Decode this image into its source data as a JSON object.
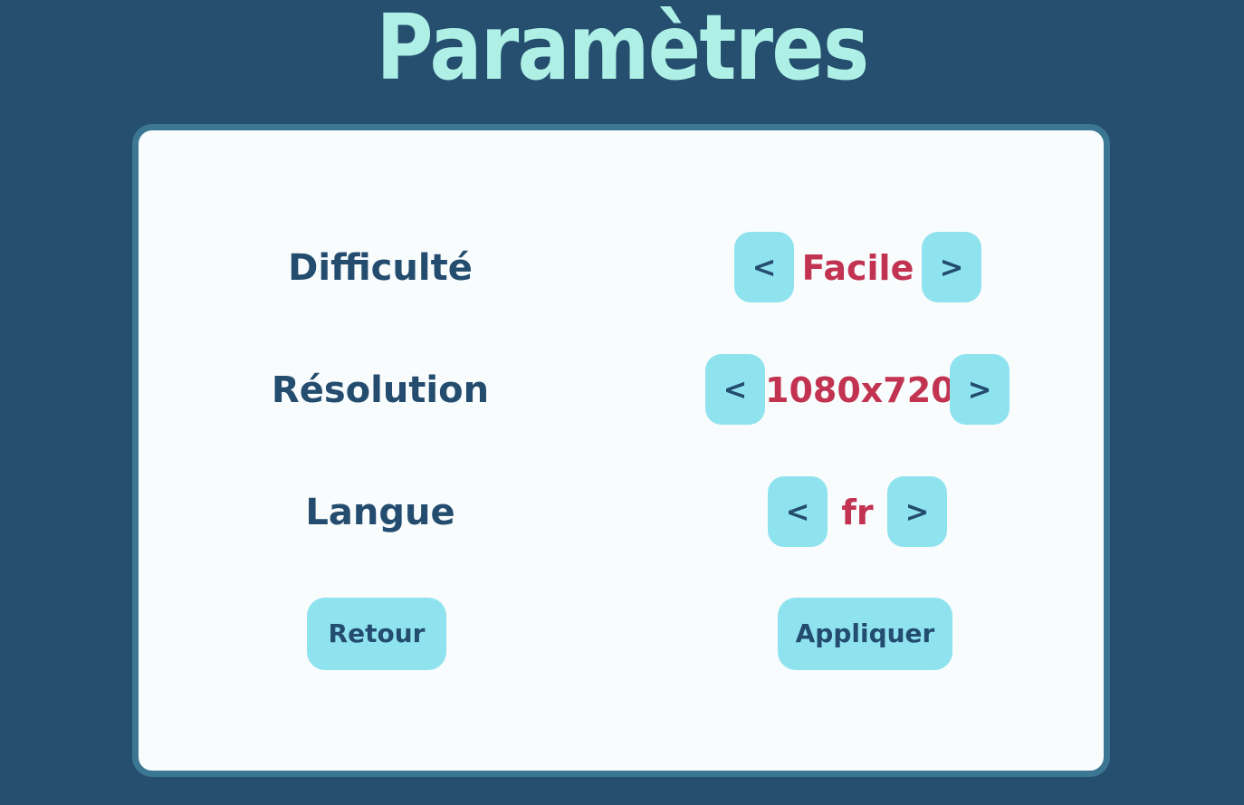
{
  "screen": {
    "title": "Paramètres"
  },
  "settings": [
    {
      "label": "Difficulté",
      "value": "Facile",
      "prev": "<",
      "next": ">"
    },
    {
      "label": "Résolution",
      "value": "1080x720",
      "prev": "<",
      "next": ">"
    },
    {
      "label": "Langue",
      "value": "fr",
      "prev": "<",
      "next": ">"
    }
  ],
  "actions": {
    "back_label": "Retour",
    "apply_label": "Appliquer"
  },
  "colors": {
    "background": "#264f6f",
    "title": "#aef0e6",
    "panel": "#f8fcfd",
    "panel_border": "#3b7693",
    "button": "#8fe3ef",
    "label_text": "#234c6e",
    "value_text": "#c23351"
  }
}
